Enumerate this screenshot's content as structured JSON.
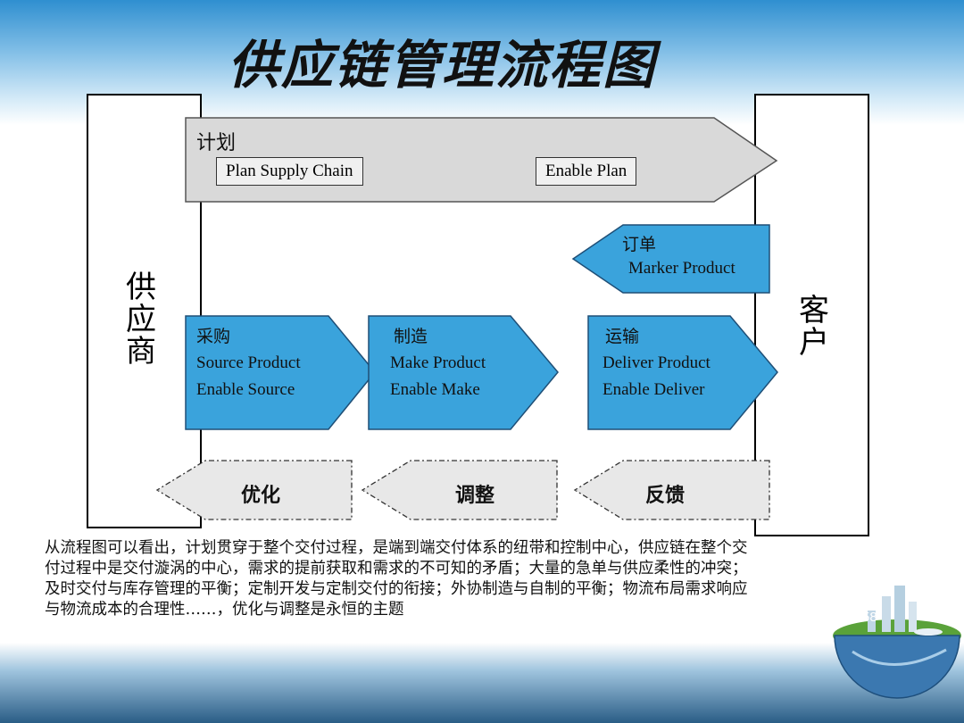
{
  "title": "供应链管理流程图",
  "left_party": "供应商",
  "right_party": "客户",
  "plan": {
    "label": "计划",
    "items": [
      "Plan Supply Chain",
      "Enable Plan"
    ]
  },
  "order": {
    "label": "订单",
    "text": "Marker Product"
  },
  "stages": [
    {
      "label": "采购",
      "line1": "Source Product",
      "line2": "Enable Source"
    },
    {
      "label": "制造",
      "line1": "Make Product",
      "line2": "Enable Make"
    },
    {
      "label": "运输",
      "line1": "Deliver Product",
      "line2": "Enable Deliver"
    }
  ],
  "feedback": [
    "优化",
    "调整",
    "反馈"
  ],
  "description": [
    "从流程图可以看出，计划贯穿于整个交付过程，是端到端交付体系的纽带和控制中心，供应链在整个交",
    "付过程中是交付漩涡的中心，需求的提前获取和需求的不可知的矛盾；大量的急单与供应柔性的冲突；",
    "及时交付与库存管理的平衡；定制开发与定制交付的衔接；外协制造与自制的平衡；物流布局需求响应",
    "与物流成本的合理性……，优化与调整是永恒的主题"
  ],
  "page_number": "58",
  "colors": {
    "stage_fill": "#3aa3dc",
    "plan_fill": "#d9d9d9",
    "feedback_fill": "#e8e8e8"
  },
  "icons": [
    "globe-island-icon"
  ]
}
